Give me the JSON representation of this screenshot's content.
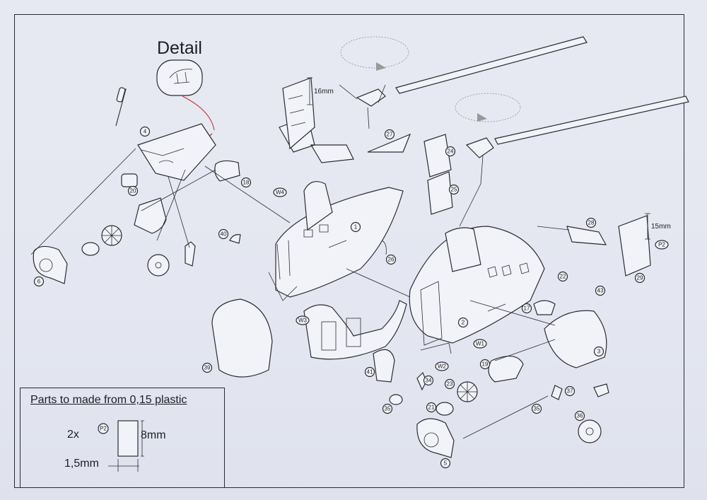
{
  "detail_title": "Detail",
  "dims": {
    "d16": "16mm",
    "d15": "15mm"
  },
  "parts": {
    "p1": "1",
    "p2": "2",
    "p3": "3",
    "p4": "4",
    "p5": "5",
    "p6": "6",
    "p18": "18",
    "p19": "19",
    "p20": "20",
    "p21": "21",
    "p22": "22",
    "p23": "23",
    "p24": "24",
    "p25": "25",
    "p26": "26",
    "p27": "27",
    "p28": "28",
    "p29": "29",
    "p34": "34",
    "p35a": "35",
    "p35b": "35",
    "p36": "36",
    "p37": "37",
    "p39": "39",
    "p40": "40",
    "p41": "41",
    "p43": "43",
    "p17": "17",
    "w1": "W1",
    "w2": "W2",
    "w3": "W3",
    "w4": "W4",
    "p2tag_a": "P2",
    "p2tag_b": "P2"
  },
  "plastic": {
    "title": "Parts to made from 0,15 plastic",
    "qty": "2x",
    "tag": "P2",
    "height": "8mm",
    "width": "1,5mm"
  }
}
